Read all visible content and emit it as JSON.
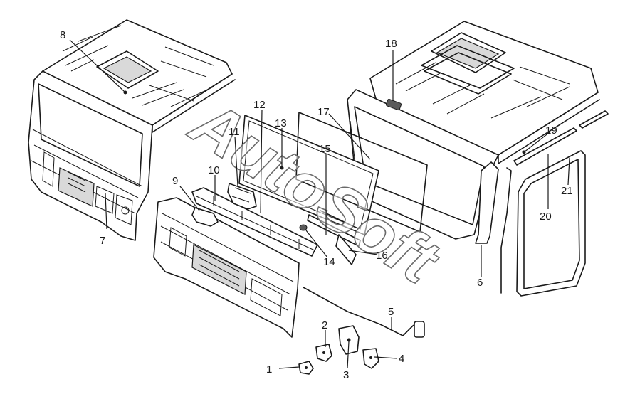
{
  "watermark": "AutoSoft",
  "callouts": [
    {
      "id": "c1",
      "label": "1"
    },
    {
      "id": "c2",
      "label": "2"
    },
    {
      "id": "c3",
      "label": "3"
    },
    {
      "id": "c4",
      "label": "4"
    },
    {
      "id": "c5",
      "label": "5"
    },
    {
      "id": "c6",
      "label": "6"
    },
    {
      "id": "c7",
      "label": "7"
    },
    {
      "id": "c8",
      "label": "8"
    },
    {
      "id": "c9",
      "label": "9"
    },
    {
      "id": "c10",
      "label": "10"
    },
    {
      "id": "c11",
      "label": "11"
    },
    {
      "id": "c12",
      "label": "12"
    },
    {
      "id": "c13",
      "label": "13"
    },
    {
      "id": "c14",
      "label": "14"
    },
    {
      "id": "c15",
      "label": "15"
    },
    {
      "id": "c16",
      "label": "16"
    },
    {
      "id": "c17",
      "label": "17"
    },
    {
      "id": "c18",
      "label": "18"
    },
    {
      "id": "c19",
      "label": "19"
    },
    {
      "id": "c20",
      "label": "20"
    },
    {
      "id": "c21",
      "label": "21"
    }
  ]
}
